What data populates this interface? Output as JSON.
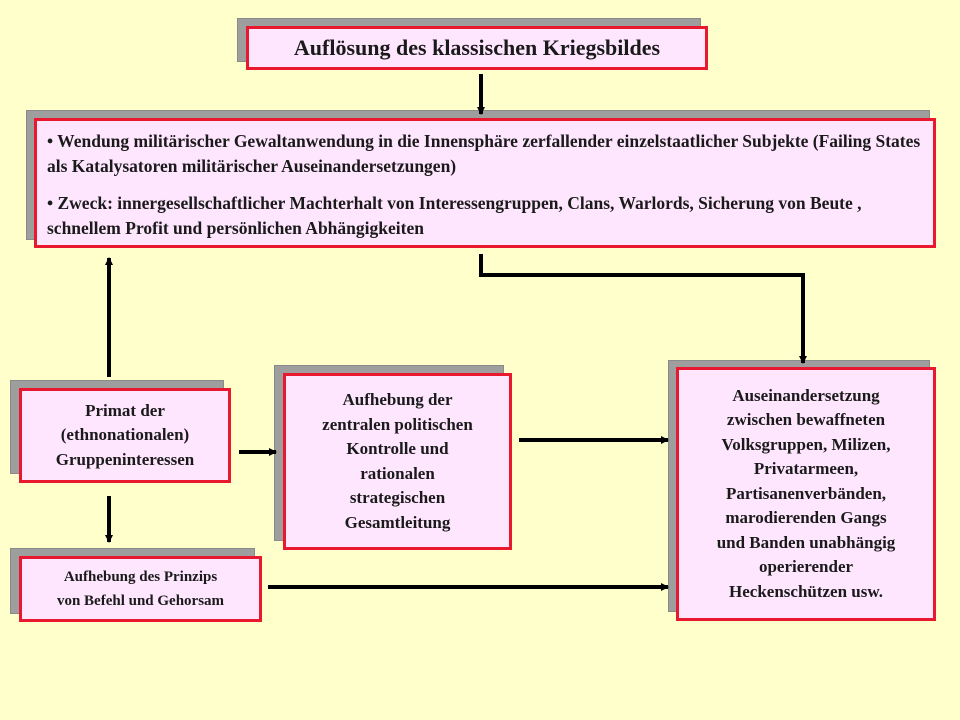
{
  "title": "Auflösung des klassischen Kriegsbildes",
  "bullets": [
    "• Wendung militärischer Gewaltanwendung in die Innensphäre zerfallender einzelstaatlicher Subjekte  (Failing States als Katalysatoren militärischer Auseinandersetzungen)",
    "• Zweck: innergesellschaftlicher Machterhalt von Interessengruppen, Clans, Warlords, Sicherung von Beute , schnellem Profit und persönlichen Abhängigkeiten"
  ],
  "primat": [
    "Primat der",
    "(ethnonationalen)",
    "Gruppeninteressen"
  ],
  "aufhebung_kontrolle": [
    "Aufhebung der",
    "zentralen politischen",
    "Kontrolle und",
    "rationalen",
    "strategischen",
    "Gesamtleitung"
  ],
  "auseinandersetzung": [
    "Auseinandersetzung",
    "zwischen bewaffneten",
    "Volksgruppen, Milizen,",
    "Privatarmeen,",
    "Partisanenverbänden,",
    "marodierenden Gangs",
    "und Banden unabhängig",
    "operierender",
    "Heckenschützen  usw."
  ],
  "befehl": [
    "Aufhebung des Prinzips",
    "von Befehl und Gehorsam"
  ],
  "colors": {
    "background": "#FFFFCC",
    "box_fill": "#FFE6FF",
    "border": "#E8182E",
    "shadow": "#9E9E9E",
    "arrow": "#000000"
  }
}
